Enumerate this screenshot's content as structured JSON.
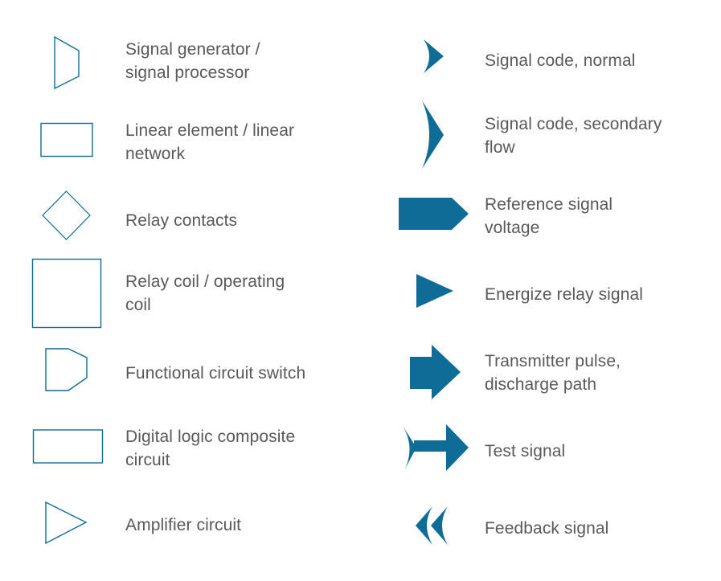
{
  "colors": {
    "shape_fill": "#0e6c96",
    "shape_stroke": "#0e6c96",
    "label_text": "#595959",
    "background": "#ffffff"
  },
  "legend": {
    "left": [
      {
        "icon": "signal-generator-icon",
        "label": [
          "Signal generator /",
          "signal processor"
        ]
      },
      {
        "icon": "linear-element-icon",
        "label": [
          "Linear element / linear",
          "network"
        ]
      },
      {
        "icon": "relay-contacts-icon",
        "label": [
          "Relay contacts"
        ]
      },
      {
        "icon": "relay-coil-icon",
        "label": [
          "Relay coil / operating",
          "coil"
        ]
      },
      {
        "icon": "functional-switch-icon",
        "label": [
          "Functional circuit switch"
        ]
      },
      {
        "icon": "digital-logic-icon",
        "label": [
          "Digital logic composite",
          "circuit"
        ]
      },
      {
        "icon": "amplifier-icon",
        "label": [
          "Amplifier circuit"
        ]
      }
    ],
    "right": [
      {
        "icon": "signal-code-normal-icon",
        "label": [
          "Signal code, normal"
        ]
      },
      {
        "icon": "signal-code-secondary-icon",
        "label": [
          "Signal code, secondary",
          "flow"
        ]
      },
      {
        "icon": "reference-voltage-icon",
        "label": [
          "Reference signal",
          "voltage"
        ]
      },
      {
        "icon": "energize-relay-icon",
        "label": [
          "Energize relay signal"
        ]
      },
      {
        "icon": "transmitter-pulse-icon",
        "label": [
          "Transmitter pulse,",
          "discharge path"
        ]
      },
      {
        "icon": "test-signal-icon",
        "label": [
          "Test signal"
        ]
      },
      {
        "icon": "feedback-signal-icon",
        "label": [
          "Feedback signal"
        ]
      }
    ]
  }
}
